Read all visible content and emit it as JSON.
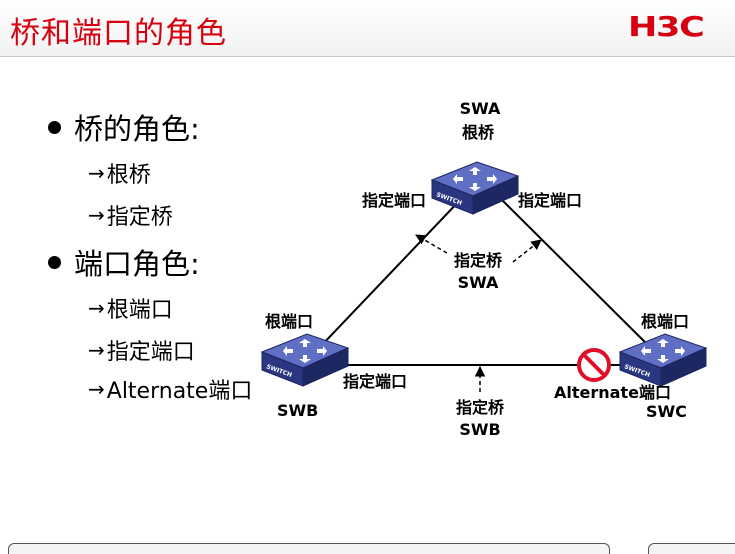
{
  "header": {
    "title": "桥和端口的角色",
    "logo_text": "H3C",
    "title_color": "#d7000f"
  },
  "bullets": [
    {
      "label": "桥的角色:",
      "sub": [
        "根桥",
        "指定桥"
      ]
    },
    {
      "label": "端口角色:",
      "sub": [
        "根端口",
        "指定端口",
        "Alternate端口"
      ]
    }
  ],
  "arrow_glyph": "→",
  "diagram": {
    "nodes": {
      "swa": {
        "name": "SWA",
        "role": "根桥",
        "device_text": "SWITCH"
      },
      "swb": {
        "name": "SWB",
        "device_text": "SWITCH"
      },
      "swc": {
        "name": "SWC",
        "device_text": "SWITCH"
      }
    },
    "ports": {
      "swa_left": "指定端口",
      "swa_right": "指定端口",
      "swb_top": "根端口",
      "swb_right": "指定端口",
      "swc_top": "根端口",
      "swc_left": "Alternate端口"
    },
    "annotations": {
      "top_designated_label": "指定桥",
      "top_designated_name": "SWA",
      "bottom_designated_label": "指定桥",
      "bottom_designated_name": "SWB"
    },
    "device_color": "#2f3f8f",
    "blocked_icon": "no-entry-icon",
    "blocked_color": "#e0102a"
  }
}
